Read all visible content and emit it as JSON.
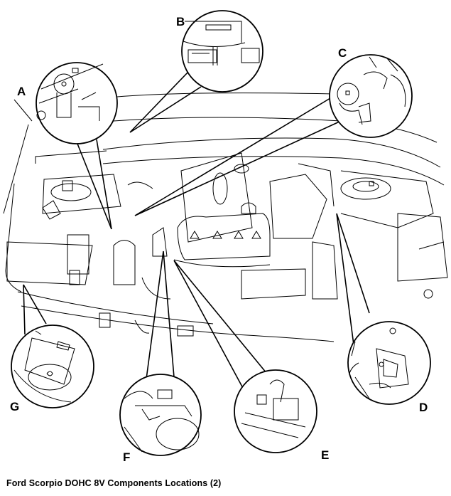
{
  "caption": "Ford Scorpio DOHC 8V Components Locations (2)",
  "line_color": "#000000",
  "background_color": "#ffffff",
  "callouts": [
    {
      "id": "A",
      "label": "A"
    },
    {
      "id": "B",
      "label": "B"
    },
    {
      "id": "C",
      "label": "C"
    },
    {
      "id": "D",
      "label": "D"
    },
    {
      "id": "E",
      "label": "E"
    },
    {
      "id": "F",
      "label": "F"
    },
    {
      "id": "G",
      "label": "G"
    }
  ]
}
